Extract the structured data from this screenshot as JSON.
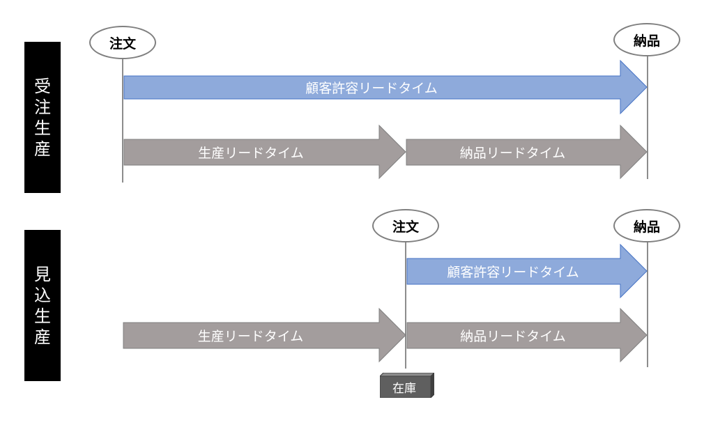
{
  "sections": {
    "make_to_order": {
      "label_chars": [
        "受",
        "注",
        "生",
        "産"
      ],
      "order_label": "注文",
      "delivery_label": "納品",
      "customer_lead_time": "顧客許容リードタイム",
      "production_lead_time": "生産リードタイム",
      "delivery_lead_time": "納品リードタイム"
    },
    "make_to_stock": {
      "label_chars": [
        "見",
        "込",
        "生",
        "産"
      ],
      "order_label": "注文",
      "delivery_label": "納品",
      "customer_lead_time": "顧客許容リードタイム",
      "production_lead_time": "生産リードタイム",
      "delivery_lead_time": "納品リードタイム",
      "stock_label": "在庫"
    }
  },
  "colors": {
    "blue_arrow": "#8eaadb",
    "gray_arrow": "#a39d9d",
    "stock_box": "#5f5f5f",
    "side_label_bg": "#000000"
  }
}
